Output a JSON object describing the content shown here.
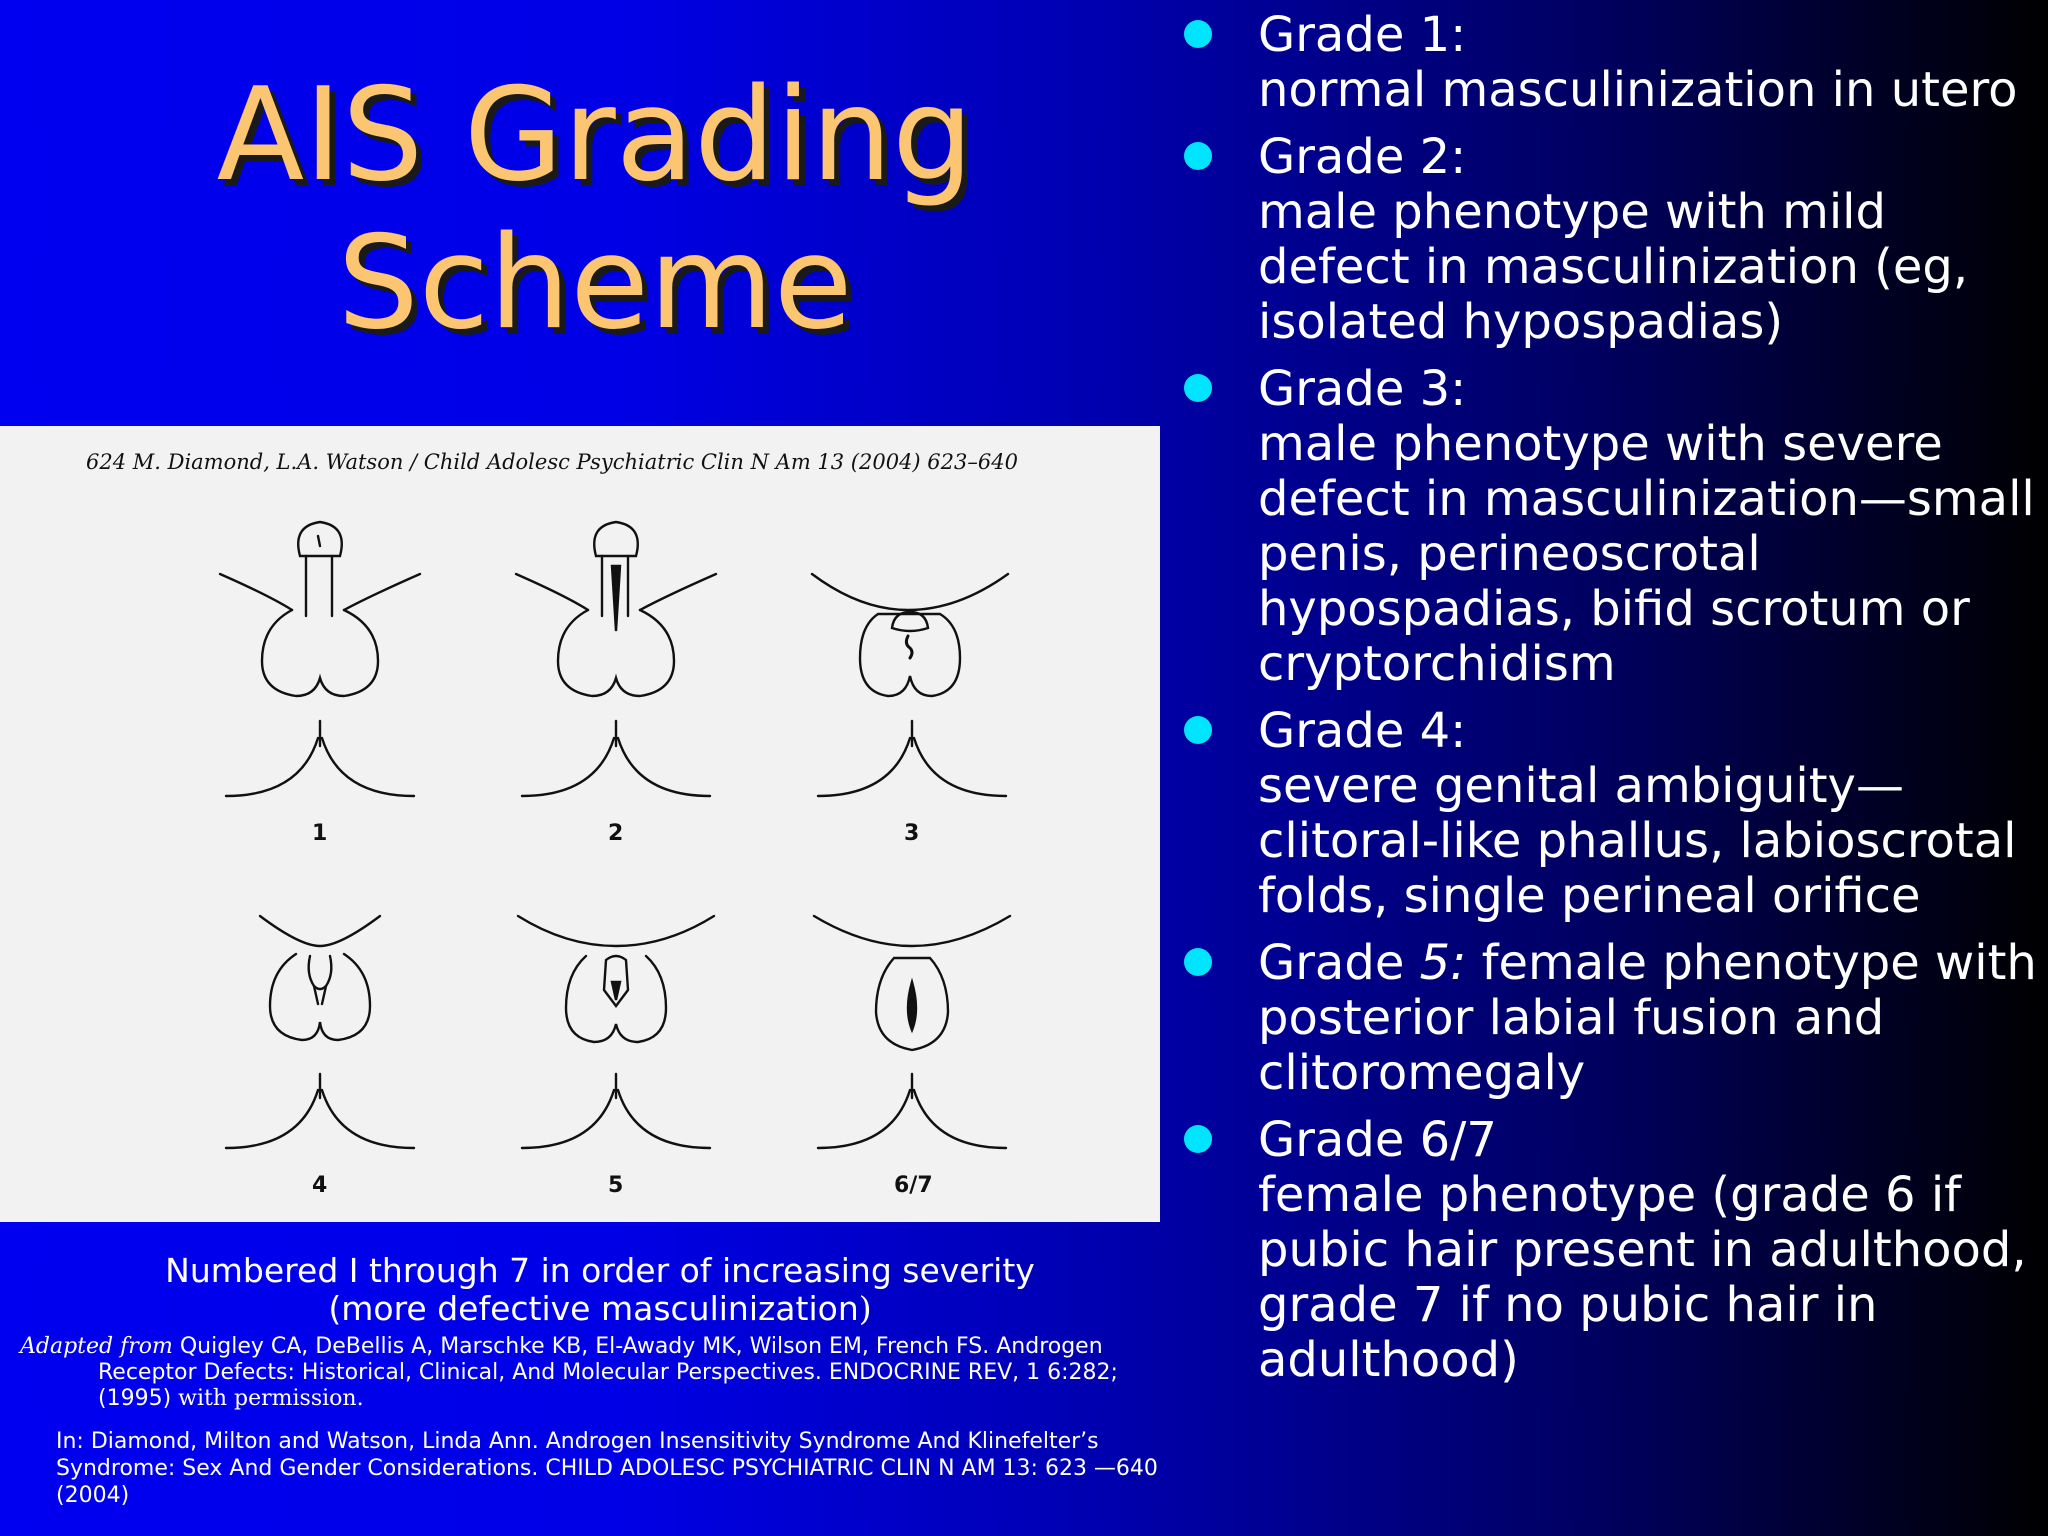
{
  "slide": {
    "title_line1": "AIS Grading",
    "title_line2": "Scheme"
  },
  "figure": {
    "running_header": "624    M. Diamond, L.A. Watson / Child Adolesc Psychiatric Clin N Am 13 (2004) 623–640",
    "labels": [
      "1",
      "2",
      "3",
      "4",
      "5",
      "6/7"
    ]
  },
  "caption": {
    "line1": "Numbered I through 7 in order of increasing severity",
    "line2": "(more defective masculinization",
    "line2_end": ")"
  },
  "citation": {
    "adapted_from": "Adapted from",
    "ref": " Quigley CA, DeBellis A, Marschke KB, El-Awady MK, Wilson EM, French FS.  Androgen Receptor Defects: Historical, Clinical, And Molecular Perspectives.  ENDOCRINE REV, 1 6:282; (1995)",
    "permission": " with permission.",
    "in_ref": "In:  Diamond, Milton and Watson, Linda Ann.  Androgen Insensitivity Syndrome And Klinefelter’s Syndrome: Sex And Gender Considerations.  CHILD ADOLESC PSYCHIATRIC CLIN N AM 13: 623 —640 (2004)"
  },
  "grades": [
    {
      "head": "Grade 1:",
      "desc": "normal masculinization in utero"
    },
    {
      "head": "Grade 2:",
      "desc": "male phenotype with mild defect in masculinization (eg, isolated hypospadias)"
    },
    {
      "head": "Grade 3:",
      "desc": "male phenotype with severe defect in masculinization—small penis, perineoscrotal hypospadias, bifid scrotum or cryptorchidism"
    },
    {
      "head": "Grade 4:",
      "desc": "severe genital ambiguity—clitoral-like phallus, labioscrotal folds, single perineal orifice"
    },
    {
      "head_pre": "Grade ",
      "head_it": "5:",
      "desc_inline": " female phenotype with posterior labial fusion and clitoromegaly"
    },
    {
      "head": "Grade 6/7",
      "desc": "female phenotype (grade 6 if pubic hair present in adulthood, grade 7 if no pubic hair in adulthood)"
    }
  ],
  "colors": {
    "title": "#fbc571",
    "bullet": "#00e5ff",
    "text": "#ffffff"
  }
}
